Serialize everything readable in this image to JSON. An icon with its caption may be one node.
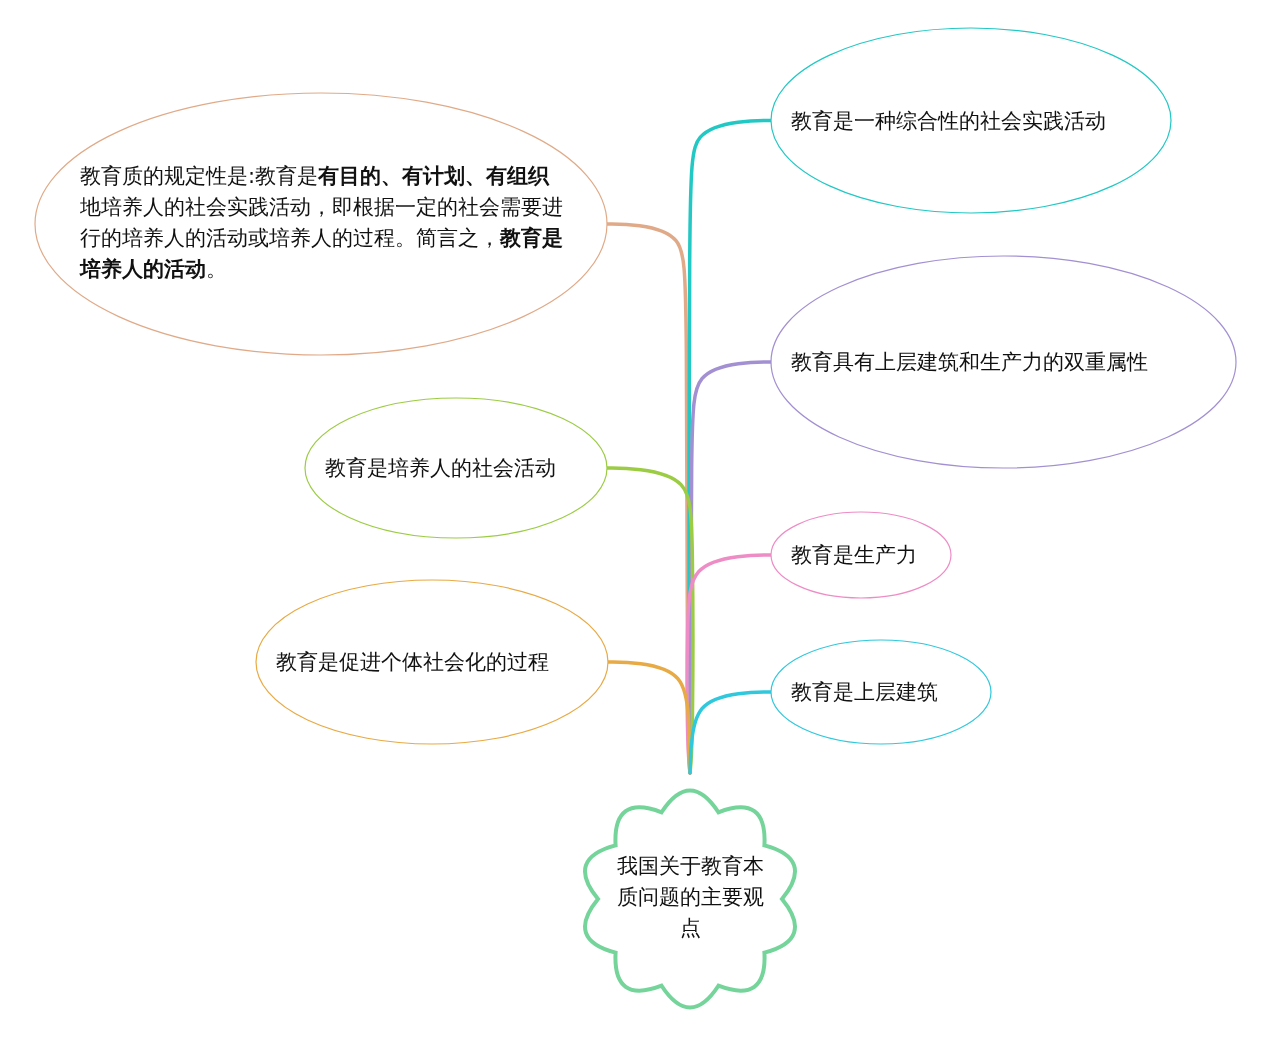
{
  "diagram": {
    "nodes": [
      {
        "text": [
          "我国关于教育本质问题的主要观点"
        ]
      },
      {
        "text": [
          "教育质的规定性是:教育是**有目的、有计划、有组织**地培养人的社会实践活动，即根据一定的社会需要进行的培养人的活动或培养人的过程。简言之，**教育是培养人的活动**。"
        ]
      },
      {
        "text": [
          "教育是一种综合性的社会实践活动"
        ]
      },
      {
        "text": [
          "教育具有上层建筑和生产力的双重属性"
        ]
      },
      {
        "text": [
          "教育是培养人的社会活动"
        ]
      },
      {
        "text": [
          "教育是生产力"
        ]
      },
      {
        "text": [
          "教育是促进个体社会化的过程"
        ]
      },
      {
        "text": [
          "教育是上层建筑"
        ]
      }
    ],
    "edges": [
      {
        "from": 0,
        "to": 1,
        "arrow": "none",
        "color": "#e0aa88"
      },
      {
        "from": 0,
        "to": 2,
        "arrow": "none",
        "color": "#22c8c4"
      },
      {
        "from": 0,
        "to": 3,
        "arrow": "none",
        "color": "#a290d2"
      },
      {
        "from": 0,
        "to": 4,
        "arrow": "none",
        "color": "#9ccc44"
      },
      {
        "from": 0,
        "to": 5,
        "arrow": "none",
        "color": "#ee8cc6"
      },
      {
        "from": 0,
        "to": 6,
        "arrow": "none",
        "color": "#e8aa44"
      },
      {
        "from": 0,
        "to": 7,
        "arrow": "none",
        "color": "#30c8dc"
      }
    ]
  }
}
